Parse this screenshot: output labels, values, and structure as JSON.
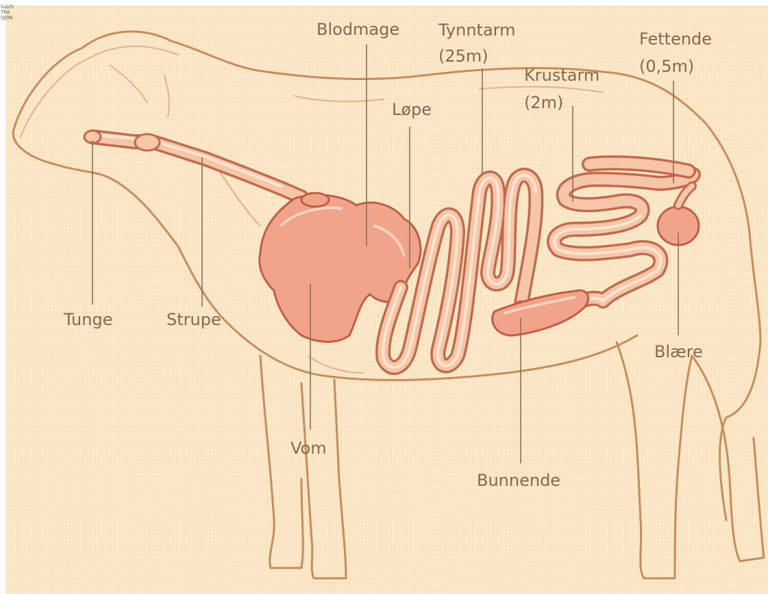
{
  "diagram": {
    "colors": {
      "background": "#fbe8c8",
      "outline": "#c98a5c",
      "organ_fill": "#f0a489",
      "gut_fill": "#f6c6a8",
      "label_text": "#8a6552"
    },
    "corner_text": [
      "ILLUS",
      "TRA",
      "SJON"
    ],
    "labels": {
      "tunge": "Tunge",
      "strupe": "Strupe",
      "vom": "Vom",
      "blodmage": "Blodmage",
      "lope": "Løpe",
      "tynntarm": "Tynntarm",
      "tynntarm_len": "(25m)",
      "krustarm": "Krustarm",
      "krustarm_len": "(2m)",
      "fettende": "Fettende",
      "fettende_len": "(0,5m)",
      "blaere": "Blære",
      "bunnende": "Bunnende"
    }
  }
}
